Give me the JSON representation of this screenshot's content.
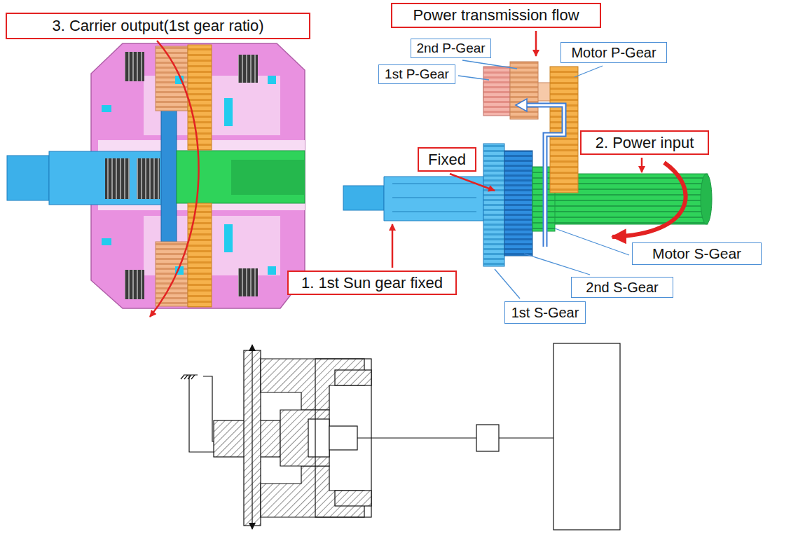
{
  "diagram": {
    "nodes": [
      {
        "text": [
          "3. Carrier output(1st gear ratio)"
        ]
      },
      {
        "text": [
          "Power transmission flow"
        ]
      },
      {
        "text": [
          "2nd P-Gear"
        ]
      },
      {
        "text": [
          "Motor P-Gear"
        ]
      },
      {
        "text": [
          "1st P-Gear"
        ]
      },
      {
        "text": [
          "2. Power input"
        ]
      },
      {
        "text": [
          "Fixed"
        ]
      },
      {
        "text": [
          "Motor S-Gear"
        ]
      },
      {
        "text": [
          "1. 1st Sun gear fixed"
        ]
      },
      {
        "text": [
          "2nd S-Gear"
        ]
      },
      {
        "text": [
          "1st S-Gear"
        ]
      }
    ]
  }
}
